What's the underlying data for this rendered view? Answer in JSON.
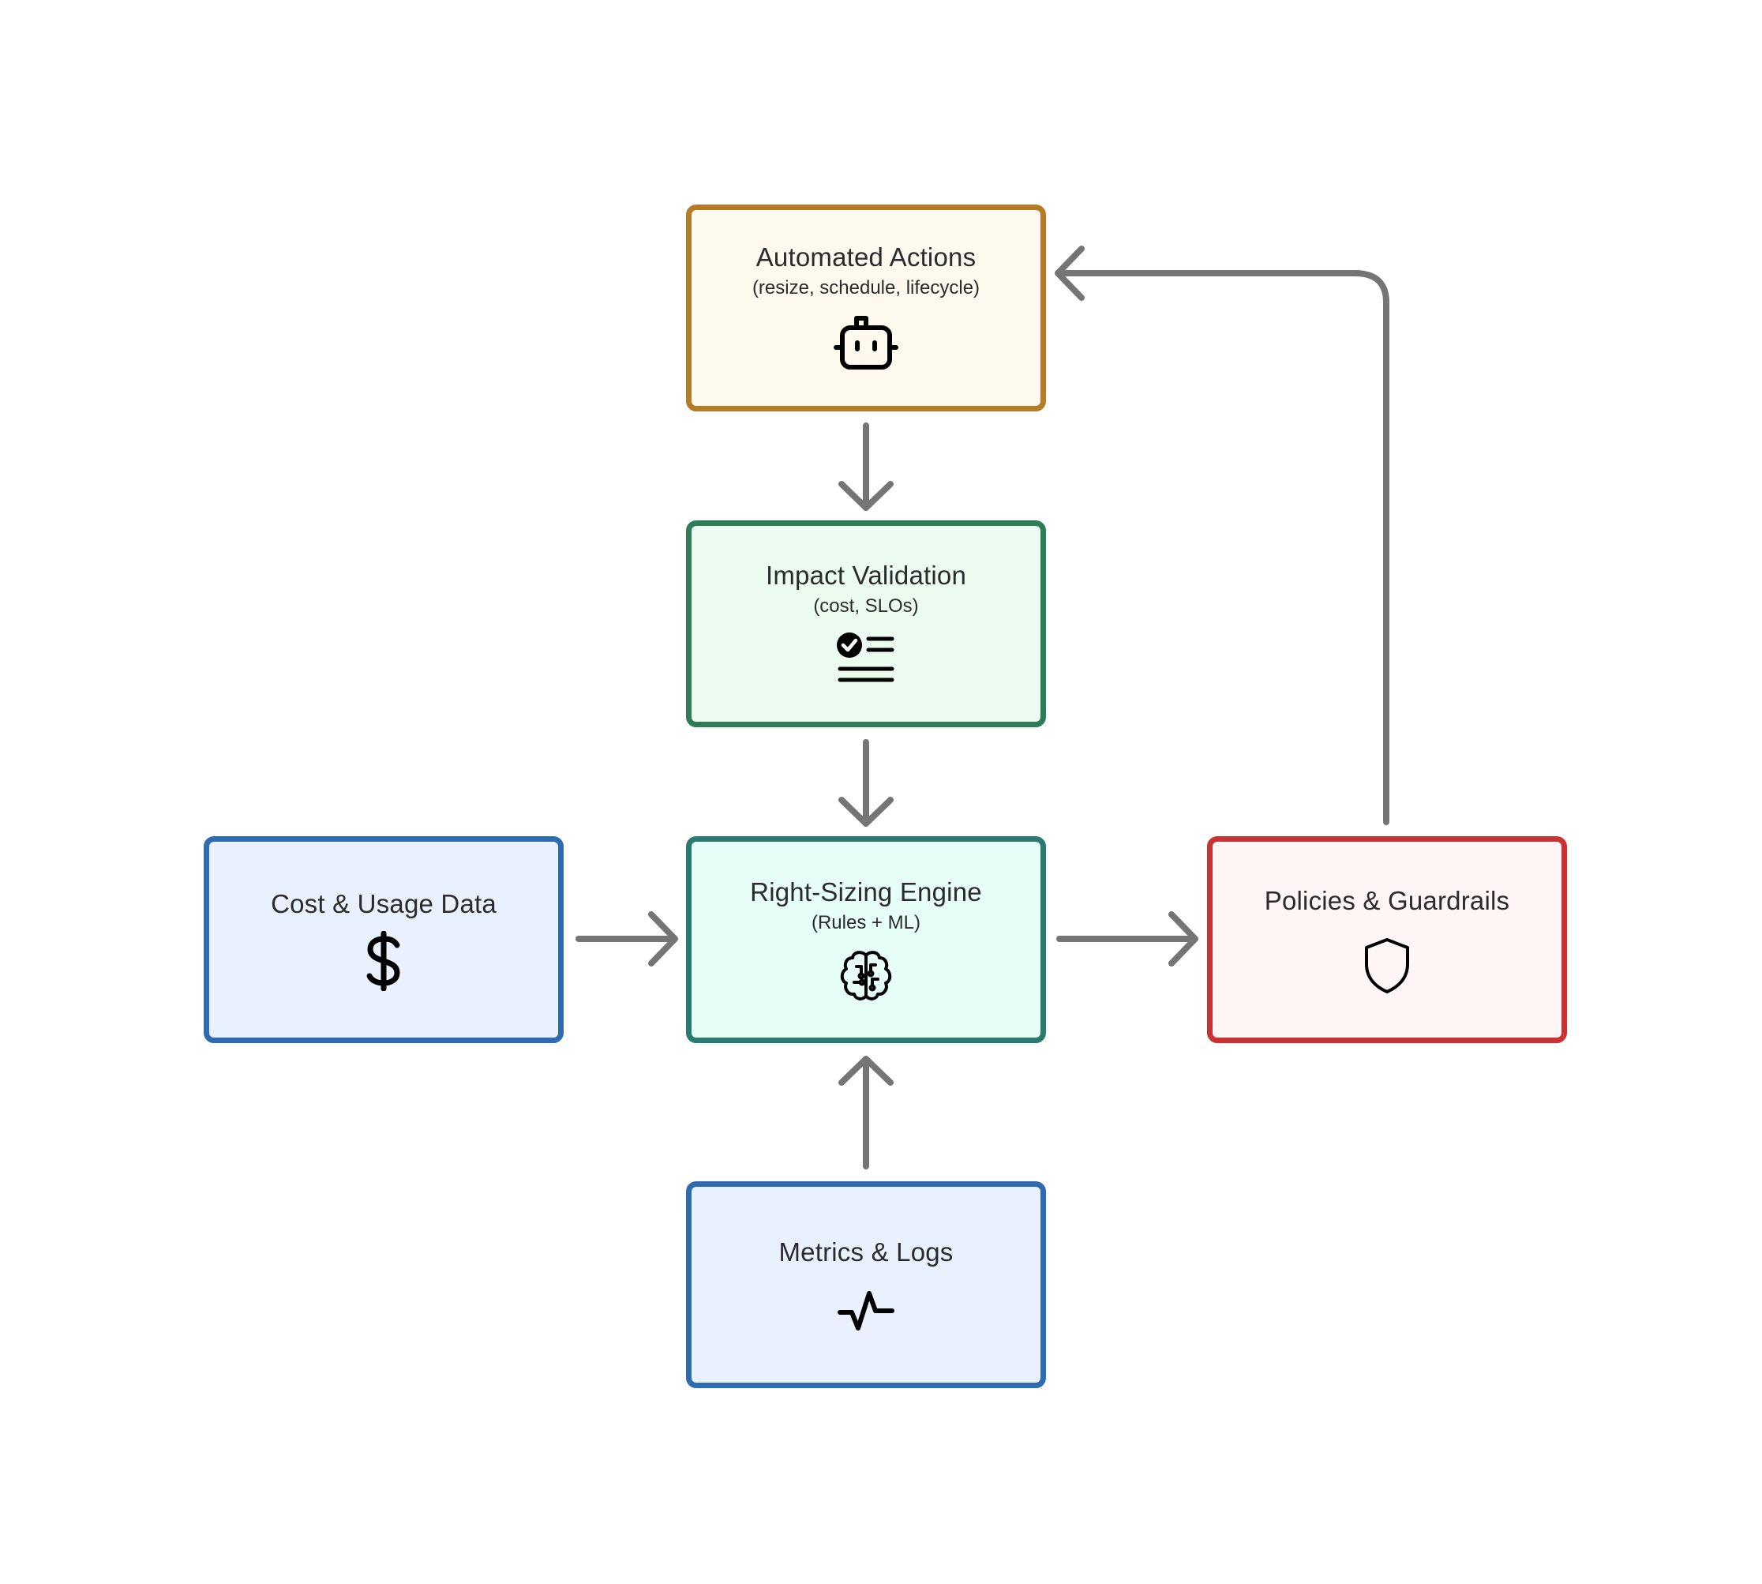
{
  "nodes": {
    "automated_actions": {
      "title": "Automated Actions",
      "subtitle": "(resize, schedule, lifecycle)",
      "icon": "robot-icon",
      "border_color": "#b67b26",
      "fill_color": "#fdf9ee"
    },
    "impact_validation": {
      "title": "Impact Validation",
      "subtitle": "(cost, SLOs)",
      "icon": "checklist-icon",
      "border_color": "#2e7d57",
      "fill_color": "#ebfbef"
    },
    "right_sizing_engine": {
      "title": "Right-Sizing Engine",
      "subtitle": "(Rules + ML)",
      "icon": "brain-icon",
      "border_color": "#2b7a6f",
      "fill_color": "#e6fdf8"
    },
    "cost_usage_data": {
      "title": "Cost & Usage Data",
      "icon": "dollar-icon",
      "border_color": "#2f6bb0",
      "fill_color": "#eaf1fe"
    },
    "policies_guardrails": {
      "title": "Policies & Guardrails",
      "icon": "shield-icon",
      "border_color": "#c83232",
      "fill_color": "#fef5f4"
    },
    "metrics_logs": {
      "title": "Metrics & Logs",
      "icon": "pulse-icon",
      "border_color": "#2f6bb0",
      "fill_color": "#eaf1fe"
    }
  },
  "edges": [
    {
      "from": "cost_usage_data",
      "to": "right_sizing_engine"
    },
    {
      "from": "metrics_logs",
      "to": "right_sizing_engine"
    },
    {
      "from": "right_sizing_engine",
      "to": "policies_guardrails"
    },
    {
      "from": "policies_guardrails",
      "to": "automated_actions"
    },
    {
      "from": "automated_actions",
      "to": "impact_validation"
    },
    {
      "from": "impact_validation",
      "to": "right_sizing_engine"
    }
  ],
  "edge_color": "#757575"
}
